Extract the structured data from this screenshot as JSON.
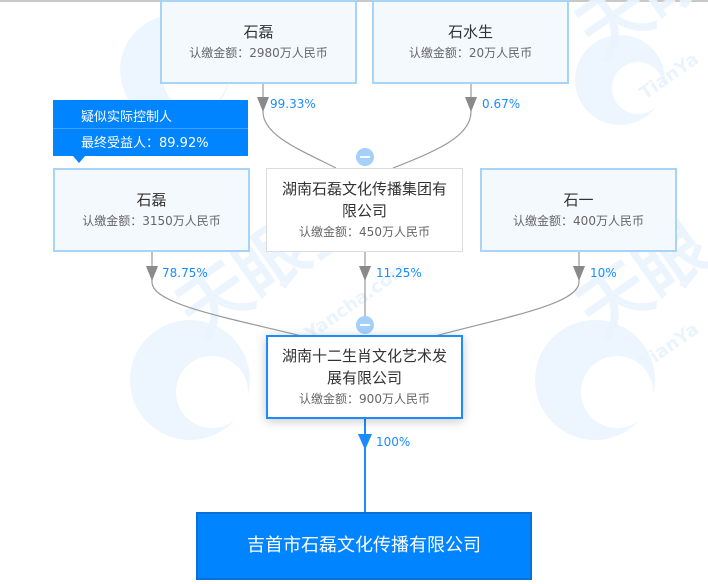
{
  "diagram": {
    "type": "equity-penetration-chart",
    "watermark": {
      "brand": "天眼查",
      "latin": "TianYancha.com"
    },
    "label_prefix_amount": "认缴金额：",
    "shareholders_level1": [
      {
        "name": "石磊",
        "amount": "认缴金额：2980万人民币",
        "percent": "99.33%",
        "type": "person"
      },
      {
        "name": "石水生",
        "amount": "认缴金额：20万人民币",
        "percent": "0.67%",
        "type": "person"
      }
    ],
    "beneficiary_badge": {
      "line1": "疑似实际控制人",
      "line2": "最终受益人：89.92%"
    },
    "shareholders_level2": [
      {
        "name": "石磊",
        "amount": "认缴金额：3150万人民币",
        "percent": "78.75%",
        "type": "person"
      },
      {
        "name": "湖南石磊文化传播集团有限公司",
        "name_line1": "湖南石磊文化传播集团有",
        "name_line2": "限公司",
        "amount": "认缴金额：450万人民币",
        "percent": "11.25%",
        "type": "company"
      },
      {
        "name": "石一",
        "amount": "认缴金额：400万人民币",
        "percent": "10%",
        "type": "person"
      }
    ],
    "intermediate": {
      "name": "湖南十二生肖文化艺术发展有限公司",
      "name_line1": "湖南十二生肖文化艺术发",
      "name_line2": "展有限公司",
      "amount": "认缴金额：900万人民币",
      "percent": "100%"
    },
    "target": {
      "name": "吉首市石磊文化传播有限公司"
    },
    "colors": {
      "accent": "#0084ff",
      "percent_text": "#1a8cff",
      "person_bg": "#f4f9fe",
      "person_border": "#a8d4f7",
      "edge": "#9a9a9a",
      "collapse_button": "#a4d0fb"
    }
  }
}
